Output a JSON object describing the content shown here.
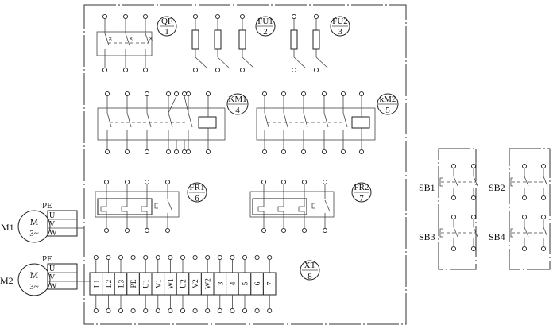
{
  "colors": {
    "ink": "#222222",
    "background": "#ffffff"
  },
  "components": {
    "qf": {
      "name": "QF",
      "number": "1"
    },
    "fu1": {
      "name": "FU1",
      "number": "2"
    },
    "fu2": {
      "name": "FU2",
      "number": "3"
    },
    "km1": {
      "name": "KM1",
      "number": "4"
    },
    "km2": {
      "name": "kM2",
      "number": "5"
    },
    "fr1": {
      "name": "FR1",
      "number": "6"
    },
    "fr2": {
      "name": "FR2",
      "number": "7"
    },
    "xt": {
      "name": "XT",
      "number": "8"
    }
  },
  "terminal_strip": [
    "L1",
    "L2",
    "L3",
    "PE",
    "U1",
    "V1",
    "W1",
    "U2",
    "V2",
    "W2",
    "3",
    "4",
    "5",
    "6",
    "7"
  ],
  "buttons": [
    "SB1",
    "SB2",
    "SB3",
    "SB4"
  ],
  "motors": [
    {
      "label": "M1",
      "letter": "M",
      "phase": "3~",
      "pe": "PE",
      "terminals": [
        "U",
        "V",
        "W"
      ]
    },
    {
      "label": "M2",
      "letter": "M",
      "phase": "3~",
      "pe": "PE",
      "terminals": [
        "U",
        "V",
        "W"
      ]
    }
  ]
}
